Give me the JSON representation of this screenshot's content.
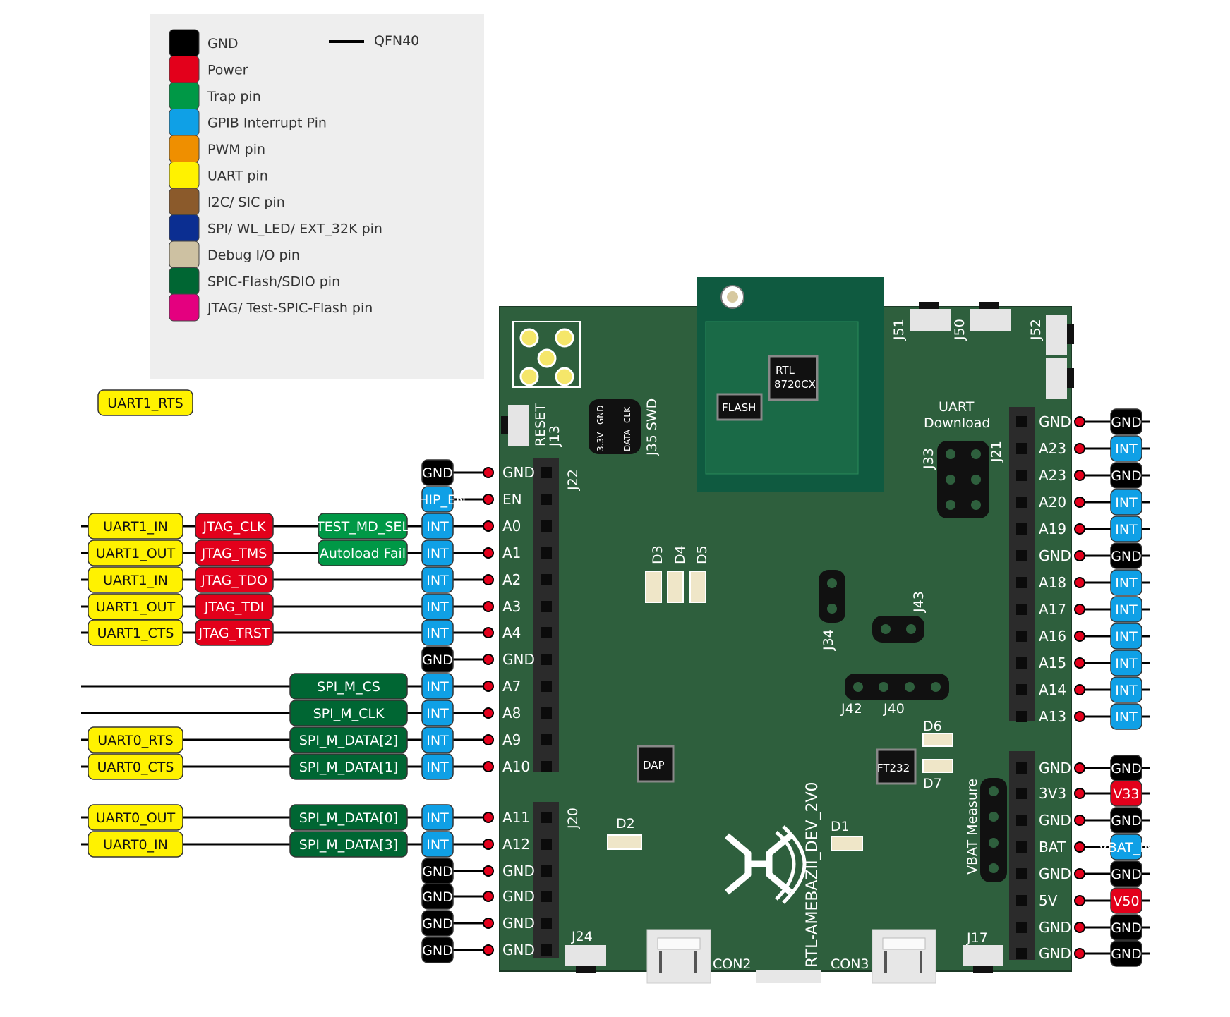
{
  "colors": {
    "GND": "#000000",
    "Power": "#e3001b",
    "Trap": "#009846",
    "GPIB": "#0fa0e6",
    "PWM": "#ef8f00",
    "UART": "#fff200",
    "I2C": "#8b5a2b",
    "SPI": "#0b2e91",
    "Debug": "#cdc1a2",
    "SPIC": "#006633",
    "JTAG": "#e4007f",
    "board": "#2e5f3d",
    "module": "#0f5a40"
  },
  "legend": {
    "items": [
      {
        "label": "GND",
        "color": "GND"
      },
      {
        "label": "Power",
        "color": "Power"
      },
      {
        "label": "Trap pin",
        "color": "Trap"
      },
      {
        "label": "GPIB Interrupt Pin",
        "color": "GPIB"
      },
      {
        "label": "PWM pin",
        "color": "PWM"
      },
      {
        "label": "UART pin",
        "color": "UART"
      },
      {
        "label": "I2C/ SIC pin",
        "color": "I2C"
      },
      {
        "label": "SPI/ WL_LED/ EXT_32K pin",
        "color": "SPI"
      },
      {
        "label": "Debug I/O pin",
        "color": "Debug"
      },
      {
        "label": "SPIC-Flash/SDIO pin",
        "color": "SPIC"
      },
      {
        "label": "JTAG/ Test-SPIC-Flash pin",
        "color": "JTAG"
      }
    ],
    "line_label": "QFN40"
  },
  "floating_tags": [
    {
      "text": "UART1_RTS",
      "color": "UART"
    }
  ],
  "left_pins": [
    {
      "pin": "GND",
      "tags": [
        {
          "text": "GND",
          "color": "GND"
        }
      ]
    },
    {
      "pin": "EN",
      "tags": [
        {
          "text": "CHIP_EN",
          "color": "GPIB"
        }
      ]
    },
    {
      "pin": "A0",
      "tags": [
        {
          "text": "INT",
          "color": "GPIB"
        },
        {
          "text": "TEST_MD_SEL",
          "color": "Trap"
        },
        {
          "text": "JTAG_CLK",
          "color": "Power"
        },
        {
          "text": "UART1_IN",
          "color": "UART"
        }
      ]
    },
    {
      "pin": "A1",
      "tags": [
        {
          "text": "INT",
          "color": "GPIB"
        },
        {
          "text": "Autoload Fail",
          "color": "Trap"
        },
        {
          "text": "JTAG_TMS",
          "color": "Power"
        },
        {
          "text": "UART1_OUT",
          "color": "UART"
        }
      ]
    },
    {
      "pin": "A2",
      "tags": [
        {
          "text": "INT",
          "color": "GPIB"
        },
        {
          "text": "JTAG_TDO",
          "color": "Power"
        },
        {
          "text": "UART1_IN",
          "color": "UART"
        }
      ]
    },
    {
      "pin": "A3",
      "tags": [
        {
          "text": "INT",
          "color": "GPIB"
        },
        {
          "text": "JTAG_TDI",
          "color": "Power"
        },
        {
          "text": "UART1_OUT",
          "color": "UART"
        }
      ]
    },
    {
      "pin": "A4",
      "tags": [
        {
          "text": "INT",
          "color": "GPIB"
        },
        {
          "text": "JTAG_TRST",
          "color": "Power"
        },
        {
          "text": "UART1_CTS",
          "color": "UART"
        }
      ]
    },
    {
      "pin": "GND",
      "tags": [
        {
          "text": "GND",
          "color": "GND"
        }
      ]
    },
    {
      "pin": "A7",
      "tags": [
        {
          "text": "INT",
          "color": "GPIB"
        },
        {
          "text": "SPI_M_CS",
          "color": "SPIC"
        }
      ]
    },
    {
      "pin": "A8",
      "tags": [
        {
          "text": "INT",
          "color": "GPIB"
        },
        {
          "text": "SPI_M_CLK",
          "color": "SPIC"
        }
      ]
    },
    {
      "pin": "A9",
      "tags": [
        {
          "text": "INT",
          "color": "GPIB"
        },
        {
          "text": "SPI_M_DATA[2]",
          "color": "SPIC"
        },
        {
          "text": "UART0_RTS",
          "color": "UART"
        }
      ]
    },
    {
      "pin": "A10",
      "tags": [
        {
          "text": "INT",
          "color": "GPIB"
        },
        {
          "text": "SPI_M_DATA[1]",
          "color": "SPIC"
        },
        {
          "text": "UART0_CTS",
          "color": "UART"
        }
      ]
    },
    {
      "pin": "A11",
      "tags": [
        {
          "text": "INT",
          "color": "GPIB"
        },
        {
          "text": "SPI_M_DATA[0]",
          "color": "SPIC"
        },
        {
          "text": "UART0_OUT",
          "color": "UART"
        }
      ]
    },
    {
      "pin": "A12",
      "tags": [
        {
          "text": "INT",
          "color": "GPIB"
        },
        {
          "text": "SPI_M_DATA[3]",
          "color": "SPIC"
        },
        {
          "text": "UART0_IN",
          "color": "UART"
        }
      ]
    },
    {
      "pin": "GND",
      "tags": [
        {
          "text": "GND",
          "color": "GND"
        }
      ]
    },
    {
      "pin": "GND",
      "tags": [
        {
          "text": "GND",
          "color": "GND"
        }
      ]
    },
    {
      "pin": "GND",
      "tags": [
        {
          "text": "GND",
          "color": "GND"
        }
      ]
    },
    {
      "pin": "GND",
      "tags": [
        {
          "text": "GND",
          "color": "GND"
        }
      ]
    }
  ],
  "right_pins": [
    {
      "pin": "GND",
      "tags": [
        {
          "text": "GND",
          "color": "GND"
        }
      ]
    },
    {
      "pin": "A23",
      "tags": [
        {
          "text": "INT",
          "color": "GPIB"
        }
      ]
    },
    {
      "pin": "A23",
      "tags": [
        {
          "text": "GND",
          "color": "GND"
        }
      ]
    },
    {
      "pin": "A20",
      "tags": [
        {
          "text": "INT",
          "color": "GPIB"
        }
      ]
    },
    {
      "pin": "A19",
      "tags": [
        {
          "text": "INT",
          "color": "GPIB"
        }
      ]
    },
    {
      "pin": "GND",
      "tags": [
        {
          "text": "GND",
          "color": "GND"
        }
      ]
    },
    {
      "pin": "A18",
      "tags": [
        {
          "text": "INT",
          "color": "GPIB"
        }
      ]
    },
    {
      "pin": "A17",
      "tags": [
        {
          "text": "INT",
          "color": "GPIB"
        }
      ]
    },
    {
      "pin": "A16",
      "tags": [
        {
          "text": "INT",
          "color": "GPIB"
        }
      ]
    },
    {
      "pin": "A15",
      "tags": [
        {
          "text": "INT",
          "color": "GPIB"
        }
      ]
    },
    {
      "pin": "A14",
      "tags": [
        {
          "text": "INT",
          "color": "GPIB"
        }
      ]
    },
    {
      "pin": "A13",
      "tags": [
        {
          "text": "INT",
          "color": "GPIB"
        }
      ]
    },
    {
      "pin": "GND",
      "tags": [
        {
          "text": "GND",
          "color": "GND"
        }
      ]
    },
    {
      "pin": "3V3",
      "tags": [
        {
          "text": "V33",
          "color": "Power"
        }
      ]
    },
    {
      "pin": "GND",
      "tags": [
        {
          "text": "GND",
          "color": "GND"
        }
      ]
    },
    {
      "pin": "BAT",
      "tags": [
        {
          "text": "VBAT_IN",
          "color": "GPIB"
        }
      ]
    },
    {
      "pin": "GND",
      "tags": [
        {
          "text": "GND",
          "color": "GND"
        }
      ]
    },
    {
      "pin": "5V",
      "tags": [
        {
          "text": "V50",
          "color": "Power"
        }
      ]
    },
    {
      "pin": "GND",
      "tags": [
        {
          "text": "GND",
          "color": "GND"
        }
      ]
    },
    {
      "pin": "GND",
      "tags": [
        {
          "text": "GND",
          "color": "GND"
        }
      ]
    }
  ],
  "board": {
    "name": "RTL-AMEBAZII_DEV_2V0",
    "chip_line1": "RTL",
    "chip_line2": "8720CX",
    "flash": "FLASH",
    "dap": "DAP",
    "ft232": "FT232",
    "reset": "RESET",
    "j13": "J13",
    "swd": "J35 SWD",
    "swd_pin1": "3.3V",
    "swd_pin2": "GND",
    "swd_pin3": "DATA",
    "swd_pin4": "CLK",
    "uart_download_1": "UART",
    "uart_download_2": "Download",
    "vbat": "VBAT Measure",
    "labels": {
      "J51": "J51",
      "J50": "J50",
      "J52": "J52",
      "J33": "J33",
      "J21": "J21",
      "J22": "J22",
      "J20": "J20",
      "J34": "J34",
      "J43": "J43",
      "J42": "J42",
      "J40": "J40",
      "J24": "J24",
      "J17": "J17",
      "CON2": "CON2",
      "CON3": "CON3",
      "D1": "D1",
      "D2": "D2",
      "D3": "D3",
      "D4": "D4",
      "D5": "D5",
      "D6": "D6",
      "D7": "D7"
    }
  }
}
